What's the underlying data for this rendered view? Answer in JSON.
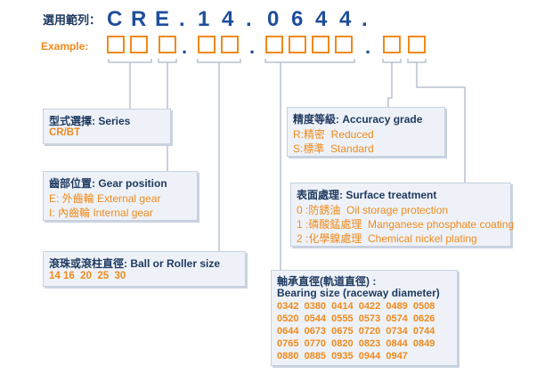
{
  "header": {
    "label": "選用範列：",
    "code": [
      "C",
      "R",
      "E",
      ".",
      "1",
      "4",
      ".",
      "0",
      "6",
      "4",
      "4",
      "."
    ]
  },
  "example_label": "Example:",
  "series": {
    "title": "型式選擇: Series",
    "value": "CR/BT"
  },
  "gear": {
    "title": "齒部位置: Gear position",
    "items": [
      "E: 外齒輪 External gear",
      "I: 內齒輪 Internal gear"
    ]
  },
  "ball": {
    "title": "滾珠或滾柱直徑: Ball or Roller size",
    "values": "14 16  20  25  30"
  },
  "accuracy": {
    "title": "精度等級: Accuracy grade",
    "items": [
      "R:精密  Reduced",
      "S:標準  Standard"
    ]
  },
  "surface": {
    "title": "表面處理: Surface treatment",
    "items": [
      "0 :防銹油  Oil storage protection",
      "1 :磷酸錳處理  Manganese phosphate coating",
      "2 :化學鎳處理  Chemical nickel plating"
    ]
  },
  "bearing": {
    "title1": "軸承直徑(軌道直徑) :",
    "title2": "Bearing size (raceway diameter)",
    "rows": [
      "0342  0380  0414  0422  0489  0508",
      "0520  0544  0555  0573  0574  0626",
      "0644  0673  0675  0720  0734  0744",
      "0765  0770  0820  0823  0844  0849",
      "0880  0885  0935  0944  0947"
    ]
  },
  "colors": {
    "navy": "#1f3a60",
    "blue": "#1f4e9b",
    "orange": "#f08a1c",
    "panel": "#eef2f8",
    "connector": "#b9c2cf"
  }
}
